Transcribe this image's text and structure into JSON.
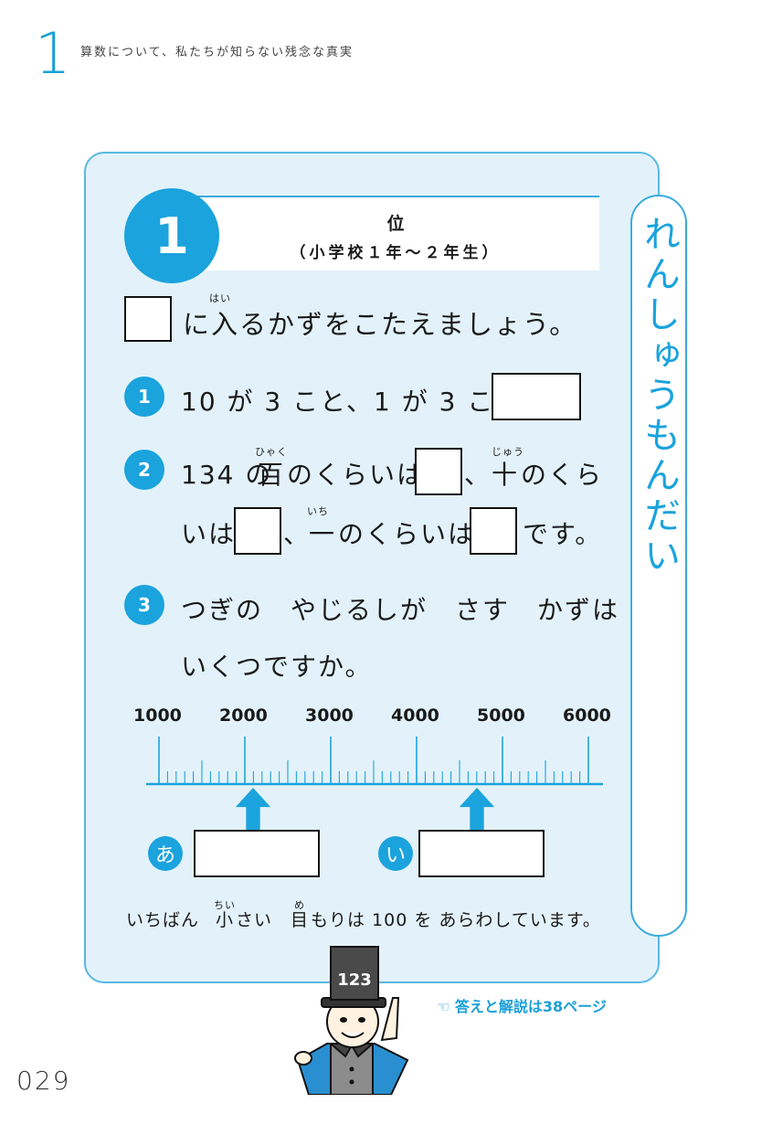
{
  "header": {
    "chapter_number": "1",
    "chapter_title": "算数について、私たちが知らない残念な真実"
  },
  "problem": {
    "number": "1",
    "title": "位",
    "grade": "（小学校１年〜２年生）",
    "side_label": "れんしゅうもんだい",
    "instruction": "に入るかずをこたえましょう。",
    "instruction_ruby": "はい",
    "questions": [
      {
        "number": "1",
        "text_before": "10 が 3 こと、1 が 3 こで"
      },
      {
        "number": "2",
        "line1_a": "134 の",
        "line1_kanji": "百",
        "line1_ruby": "ひゃく",
        "line1_b": "のくらいは",
        "line1_c": "、",
        "line1_kanji2": "十",
        "line1_ruby2": "じゅう",
        "line1_d": "のくら",
        "line2_a": "いは",
        "line2_b": "、",
        "line2_kanji": "一",
        "line2_ruby": "いち",
        "line2_c": "のくらいは",
        "line2_d": "です。"
      },
      {
        "number": "3",
        "line1": "つぎの　やじるしが　さす　かずは",
        "line2": "いくつですか。"
      }
    ],
    "scale_labels": [
      "1000",
      "2000",
      "3000",
      "4000",
      "5000",
      "6000"
    ],
    "answer_labels": [
      "あ",
      "い"
    ],
    "note": {
      "a": "いちばん ",
      "kanji1": "小",
      "ruby1": "ちい",
      "b": "さい ",
      "kanji2": "目",
      "ruby2": "め",
      "c": "もりは 100 を あらわしています。"
    },
    "answer_link": "☜ 答えと解説は38ページ"
  },
  "mascot": {
    "hat_text": "123"
  },
  "footer": {
    "page_number": "029"
  },
  "colors": {
    "accent": "#1ba3dd",
    "panel_bg": "#e3f2fa"
  },
  "scale_values": {
    "arrow_a": 2100,
    "arrow_b": 4700,
    "min": 1000,
    "max": 6000,
    "minor_step": 100
  }
}
